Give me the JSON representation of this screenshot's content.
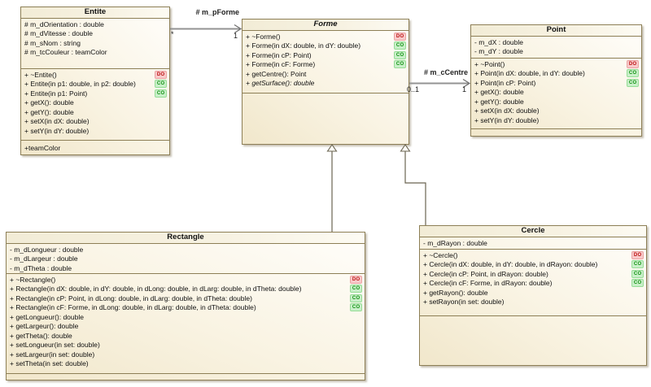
{
  "diagram": {
    "title": "UML class diagram",
    "classes": [
      {
        "id": "entite",
        "name": "Entite",
        "abstract": false,
        "attributes": [
          "# m_dOrientation : double",
          "# m_dVitesse : double",
          "# m_sNom : string",
          "# m_tcCouleur : teamColor"
        ],
        "operations": [
          {
            "text": "+ ~Entite()",
            "badge": "DO"
          },
          {
            "text": "+ Entite(in p1: double, in p2: double)",
            "badge": "CO"
          },
          {
            "text": "+ Entite(in p1: Point)",
            "badge": "CO"
          },
          {
            "text": "+ getX(): double"
          },
          {
            "text": "+ getY(): double"
          },
          {
            "text": "+ setX(in dX: double)"
          },
          {
            "text": "+ setY(in dY: double)"
          }
        ],
        "extra": "+teamColor"
      },
      {
        "id": "forme",
        "name": "Forme",
        "abstract": true,
        "attributes": [],
        "operations": [
          {
            "text": "+ ~Forme()",
            "badge": "DO"
          },
          {
            "text": "+ Forme(in dX: double, in dY: double)",
            "badge": "CO"
          },
          {
            "text": "+ Forme(in cP: Point)",
            "badge": "CO"
          },
          {
            "text": "+ Forme(in cF: Forme)",
            "badge": "CO"
          },
          {
            "text": "+ getCentre(): Point"
          },
          {
            "text": "+ getSurface(): double",
            "italic": true
          }
        ]
      },
      {
        "id": "point",
        "name": "Point",
        "abstract": false,
        "attributes": [
          "- m_dX : double",
          "- m_dY : double"
        ],
        "operations": [
          {
            "text": "+ ~Point()",
            "badge": "DO"
          },
          {
            "text": "+ Point(in dX: double, in dY: double)",
            "badge": "CO"
          },
          {
            "text": "+ Point(in cP: Point)",
            "badge": "CO"
          },
          {
            "text": "+ getX(): double"
          },
          {
            "text": "+ getY(): double"
          },
          {
            "text": "+ setX(in dX: double)"
          },
          {
            "text": "+ setY(in dY: double)"
          }
        ]
      },
      {
        "id": "rectangle",
        "name": "Rectangle",
        "abstract": false,
        "attributes": [
          "- m_dLongueur : double",
          "- m_dLargeur : double",
          "- m_dTheta : double"
        ],
        "operations": [
          {
            "text": "+ ~Rectangle()",
            "badge": "DO"
          },
          {
            "text": "+ Rectangle(in dX: double, in dY: double, in dLong: double, in dLarg: double, in dTheta: double)",
            "badge": "CO"
          },
          {
            "text": "+ Rectangle(in cP: Point, in dLong: double, in dLarg: double, in dTheta: double)",
            "badge": "CO"
          },
          {
            "text": "+ Rectangle(in cF: Forme, in dLong: double, in dLarg: double, in dTheta: double)",
            "badge": "CO"
          },
          {
            "text": "+ getLongueur(): double"
          },
          {
            "text": "+ getLargeur(): double"
          },
          {
            "text": "+ getTheta(): double"
          },
          {
            "text": "+ setLongueur(in set: double)"
          },
          {
            "text": "+ setLargeur(in set: double)"
          },
          {
            "text": "+ setTheta(in set: double)"
          }
        ]
      },
      {
        "id": "cercle",
        "name": "Cercle",
        "abstract": false,
        "attributes": [
          "- m_dRayon : double"
        ],
        "operations": [
          {
            "text": "+ ~Cercle()",
            "badge": "DO"
          },
          {
            "text": "+ Cercle(in dX: double, in dY: double, in dRayon: double)",
            "badge": "CO"
          },
          {
            "text": "+ Cercle(in cP: Point, in dRayon: double)",
            "badge": "CO"
          },
          {
            "text": "+ Cercle(in cF: Forme, in dRayon: double)",
            "badge": "CO"
          },
          {
            "text": "+ getRayon(): double"
          },
          {
            "text": "+ setRayon(in set: double)"
          }
        ]
      }
    ],
    "relations": {
      "entite_forme": {
        "type": "association",
        "label": "# m_pForme",
        "source": "Entite",
        "target": "Forme",
        "source_multiplicity": "*",
        "target_multiplicity": "1"
      },
      "forme_point": {
        "type": "association",
        "label": "# m_cCentre",
        "source": "Forme",
        "target": "Point",
        "source_multiplicity": "0..1",
        "target_multiplicity": "1"
      },
      "generalizations": [
        {
          "from": "Rectangle",
          "to": "Forme"
        },
        {
          "from": "Cercle",
          "to": "Forme"
        }
      ]
    },
    "colors": {
      "box_fill_light": "#fffefb",
      "box_fill_cream": "#f1e7cb",
      "box_border": "#8d7f56",
      "association_line": "#939393",
      "generalization_line": "#6b6552",
      "badge_do_bg": "#f8caca",
      "badge_do_text": "#bb1111",
      "badge_co_bg": "#c9efc9",
      "badge_co_text": "#119111"
    }
  }
}
